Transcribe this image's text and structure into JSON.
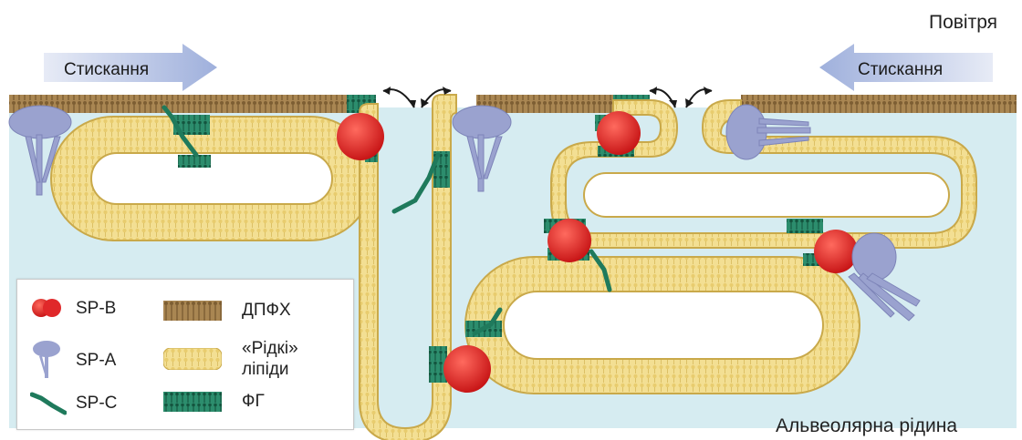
{
  "labels": {
    "air": "Повітря",
    "fluid": "Альвеолярна рідина",
    "compression_left": "Стискання",
    "compression_right": "Стискання"
  },
  "legend": {
    "sp_b": "SP-B",
    "sp_a": "SP-A",
    "sp_c": "SP-C",
    "dppc": "ДПФХ",
    "fluid_lipids_line1": "«Рідкі»",
    "fluid_lipids_line2": "ліпіди",
    "pg": "ФГ"
  },
  "colors": {
    "fluid_background": "#d6ecf1",
    "lipid_yellow": "#f1dc8a",
    "lipid_edge": "#c9a94a",
    "dppc_brown": "#9c7a46",
    "sp_b_red": "#e0282a",
    "sp_a_lavender": "#9aa2cf",
    "sp_c_green": "#2a8a6a",
    "pg_teal": "#1f7a5c",
    "arrow_fill": "#c8d2ec"
  }
}
